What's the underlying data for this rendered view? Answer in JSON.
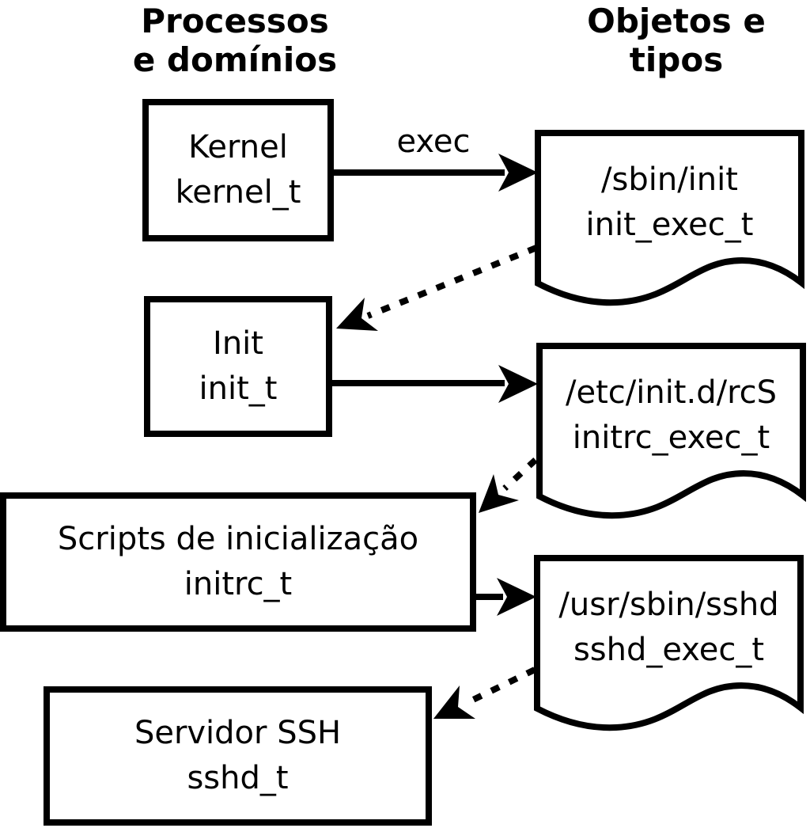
{
  "columns": {
    "processes": {
      "line1": "Processos",
      "line2": "e domínios"
    },
    "objects": {
      "line1": "Objetos e",
      "line2": "tipos"
    }
  },
  "nodes": {
    "kernel": {
      "label": "Kernel",
      "type": "kernel_t"
    },
    "init": {
      "label": "Init",
      "type": "init_t"
    },
    "initrc": {
      "label": "Scripts de inicialização",
      "type": "initrc_t"
    },
    "sshd": {
      "label": "Servidor SSH",
      "type": "sshd_t"
    }
  },
  "objects": {
    "init_exec": {
      "label": "/sbin/init",
      "type": "init_exec_t"
    },
    "initrc_exec": {
      "label": "/etc/init.d/rcS",
      "type": "initrc_exec_t"
    },
    "sshd_exec": {
      "label": "/usr/sbin/sshd",
      "type": "sshd_exec_t"
    }
  },
  "labels": {
    "exec": "exec"
  },
  "colors": {
    "ink": "#000000",
    "paper": "#ffffff"
  }
}
